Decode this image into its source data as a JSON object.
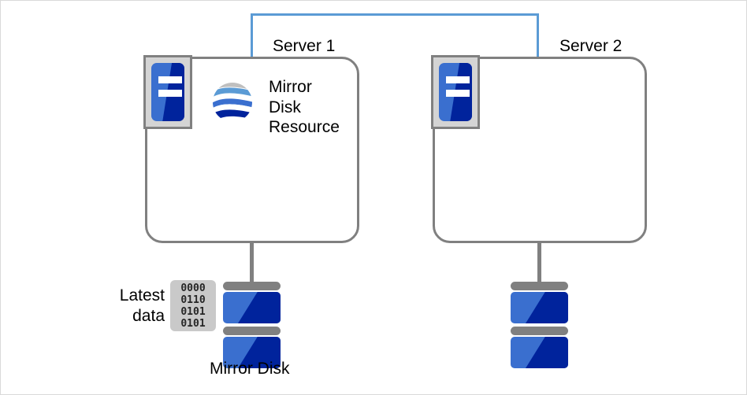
{
  "diagram": {
    "title": "Mirror Disk Resource on Server 1",
    "colors": {
      "interconnect": "#5b9bd5",
      "box_border": "#808080",
      "icon_blue": "#3a6fcf",
      "icon_dark_blue": "#00239c",
      "icon_gray": "#d4d4d4",
      "disk_cap_gray": "#808080",
      "data_block_gray": "#c9c9c9",
      "text": "#000000",
      "page_border": "#d9d9d9"
    }
  },
  "interconnect": {
    "name": "interconnect-link"
  },
  "servers": [
    {
      "id": "server1",
      "label": "Server 1",
      "machine_icon": "server-icon",
      "resource": {
        "icon": "globe-icon",
        "label_lines": [
          "Mirror",
          "Disk",
          "Resource"
        ]
      },
      "disk": {
        "icon": "disk-stack-icon",
        "label": "Mirror Disk",
        "data_badge": {
          "label_lines": [
            "Latest",
            "data"
          ],
          "binary_rows": [
            "0000",
            "0110",
            "0101",
            "0101"
          ]
        }
      }
    },
    {
      "id": "server2",
      "label": "Server 2",
      "machine_icon": "server-icon",
      "resource": null,
      "disk": {
        "icon": "disk-stack-icon",
        "label": "",
        "data_badge": null
      }
    }
  ]
}
